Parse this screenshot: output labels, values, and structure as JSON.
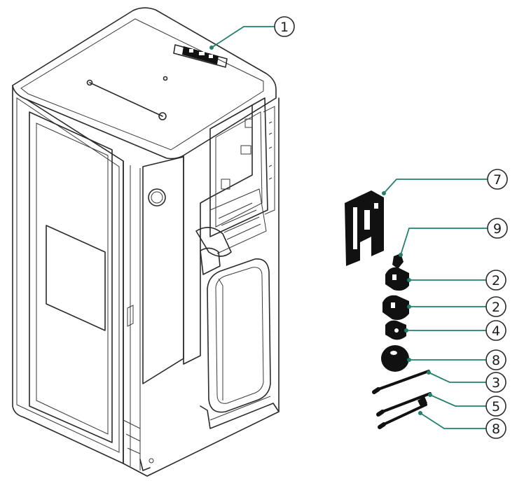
{
  "diagram": {
    "callouts": [
      {
        "id": "c1",
        "label": "1"
      },
      {
        "id": "c7",
        "label": "7"
      },
      {
        "id": "c9",
        "label": "9"
      },
      {
        "id": "c2a",
        "label": "2"
      },
      {
        "id": "c2b",
        "label": "2"
      },
      {
        "id": "c4",
        "label": "4"
      },
      {
        "id": "c8a",
        "label": "8"
      },
      {
        "id": "c3",
        "label": "3"
      },
      {
        "id": "c5",
        "label": "5"
      },
      {
        "id": "c8b",
        "label": "8"
      }
    ]
  },
  "colors": {
    "line": "#2a2a2a",
    "leader": "#23806c",
    "part": "#111111",
    "background": "#ffffff"
  }
}
